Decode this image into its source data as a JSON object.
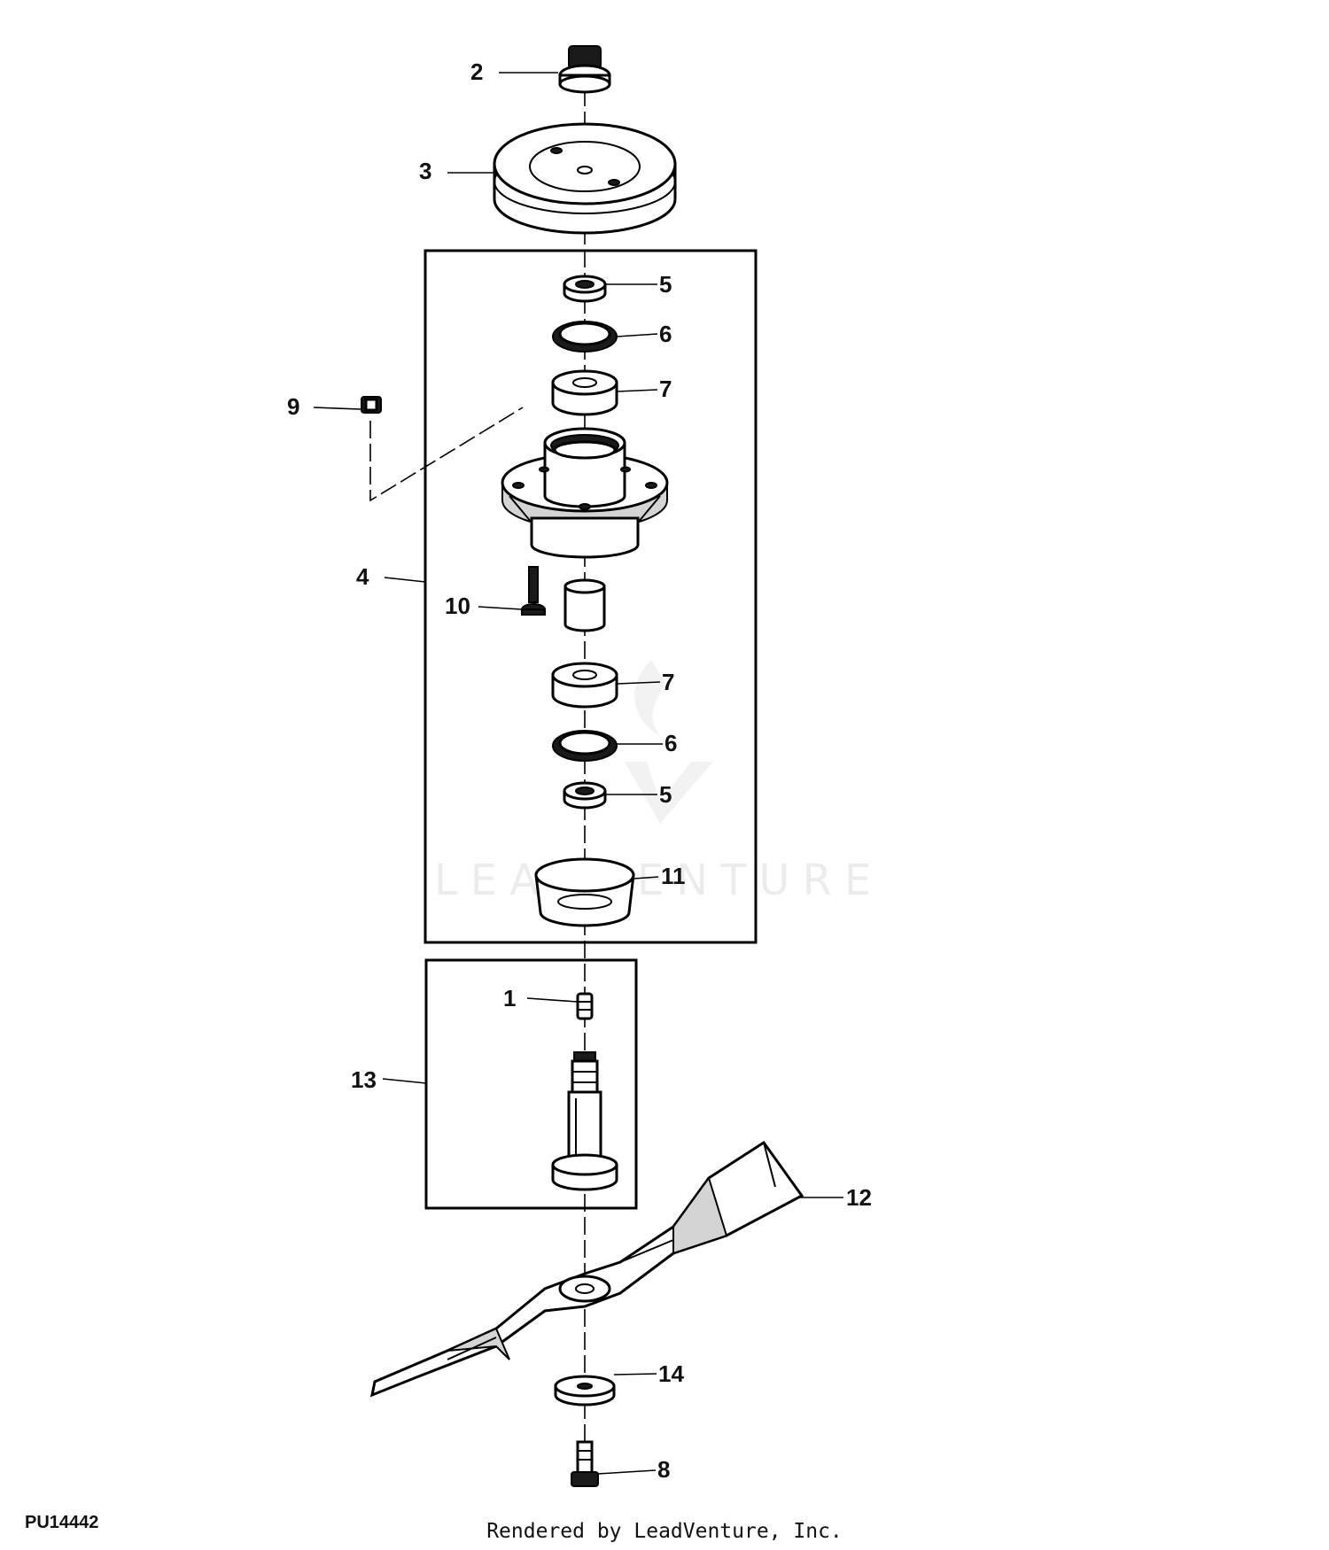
{
  "figure": {
    "id": "PU14442",
    "credit": "Rendered by LeadVenture, Inc.",
    "watermark_text": "LEADVENTURE"
  },
  "callouts": {
    "c1": "1",
    "c2": "2",
    "c3": "3",
    "c4": "4",
    "c5a": "5",
    "c5b": "5",
    "c6a": "6",
    "c6b": "6",
    "c7a": "7",
    "c7b": "7",
    "c8": "8",
    "c9": "9",
    "c10": "10",
    "c11": "11",
    "c12": "12",
    "c13": "13",
    "c14": "14"
  },
  "colors": {
    "line": "#000000",
    "background": "#ffffff",
    "shade": "#d4d4d4"
  }
}
